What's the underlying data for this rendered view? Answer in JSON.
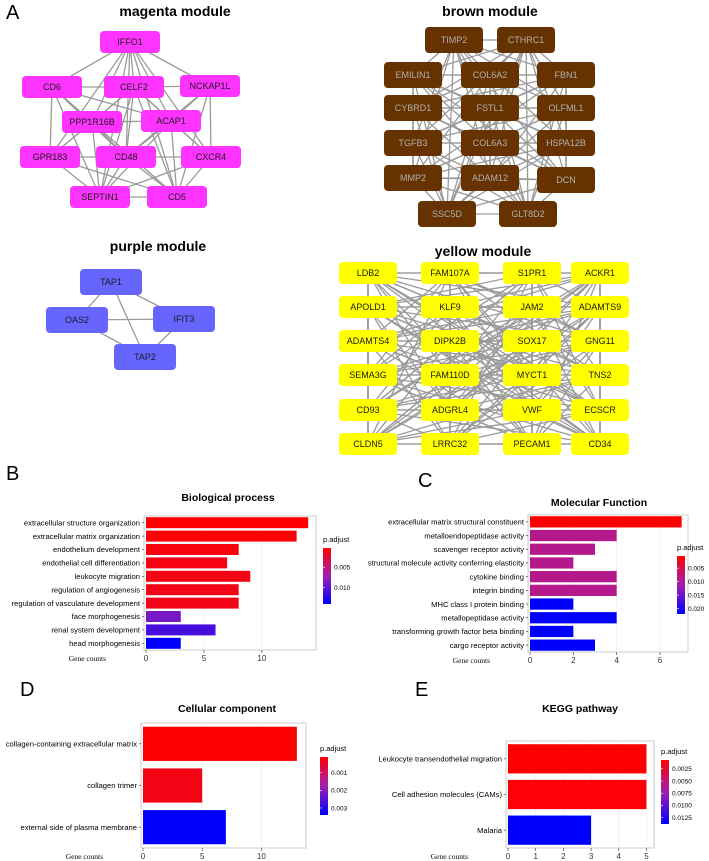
{
  "panels": {
    "A": "A",
    "B": "B",
    "C": "C",
    "D": "D",
    "E": "E"
  },
  "networks": {
    "magenta": {
      "title": "magenta module",
      "color": "#ff33ff",
      "text_color": "#1a1a1a",
      "nodes": [
        "IFFO1",
        "CD6",
        "CELF2",
        "NCKAP1L",
        "PPP1R16B",
        "ACAP1",
        "GPR183",
        "CD48",
        "CXCR4",
        "SEPTIN1",
        "CD5"
      ]
    },
    "brown": {
      "title": "brown module",
      "color": "#663300",
      "text_color": "#b0b0b0",
      "nodes": [
        "TIMP2",
        "CTHRC1",
        "EMILIN1",
        "COL6A2",
        "FBN1",
        "CYBRD1",
        "FSTL1",
        "OLFML1",
        "TGFB3",
        "COL6A3",
        "HSPA12B",
        "MMP2",
        "ADAM12",
        "DCN",
        "SSC5D",
        "GLT8D2"
      ]
    },
    "purple": {
      "title": "purple module",
      "color": "#6666ff",
      "text_color": "#1a1a1a",
      "nodes": [
        "TAP1",
        "IFIT3",
        "OAS2",
        "TAP2"
      ]
    },
    "yellow": {
      "title": "yellow module",
      "color": "#ffff00",
      "text_color": "#1a1a1a",
      "nodes": [
        "LDB2",
        "FAM107A",
        "S1PR1",
        "ACKR1",
        "APOLD1",
        "KLF9",
        "JAM2",
        "ADAMTS9",
        "ADAMTS4",
        "DIPK2B",
        "SOX17",
        "GNG11",
        "SEMA3G",
        "FAM110D",
        "MYCT1",
        "TNS2",
        "CD93",
        "ADGRL4",
        "VWF",
        "ECSCR",
        "CLDN5",
        "LRRC32",
        "PECAM1",
        "CD34"
      ]
    }
  },
  "chart_data": [
    {
      "panel": "B",
      "type": "bar",
      "orientation": "horizontal",
      "title": "Biological process",
      "xlabel": "Gene counts",
      "categories": [
        "extracellular structure organization",
        "extracellular matrix organization",
        "endothelium development",
        "endothelial cell differentiation",
        "leukocyte migration",
        "regulation of angiogenesis",
        "regulation of vasculature development",
        "face morphogenesis",
        "renal system development",
        "head morphogenesis"
      ],
      "values": [
        14,
        13,
        8,
        7,
        9,
        8,
        8,
        3,
        6,
        3
      ],
      "p_adjust": [
        0.0003,
        0.0005,
        0.0008,
        0.001,
        0.001,
        0.0012,
        0.0012,
        0.009,
        0.011,
        0.014
      ],
      "xlim": [
        0,
        14.5
      ],
      "xticks": [
        0,
        5,
        10
      ],
      "legend": {
        "title": "p.adjust",
        "min": 0.0003,
        "max": 0.014,
        "ticks": [
          0.005,
          0.01
        ],
        "tick_labels": [
          "0.005",
          "0.010"
        ],
        "position": "right"
      }
    },
    {
      "panel": "C",
      "type": "bar",
      "orientation": "horizontal",
      "title": "Molecular Function",
      "xlabel": "Gene counts",
      "categories": [
        "extracellular matrix structural constituent",
        "metalloendopeptidase activity",
        "scavenger receptor activity",
        "structural molecule activity conferring elasticity",
        "cytokine binding",
        "integrin binding",
        "MHC class I protein binding",
        "metallopeptidase activity",
        "transforming growth factor beta binding",
        "cargo receptor activity"
      ],
      "values": [
        7,
        4,
        3,
        2,
        4,
        4,
        2,
        4,
        2,
        3
      ],
      "p_adjust": [
        0.0005,
        0.009,
        0.009,
        0.009,
        0.009,
        0.009,
        0.022,
        0.022,
        0.022,
        0.022
      ],
      "xlim": [
        0,
        7.2
      ],
      "xticks": [
        0,
        2,
        4,
        6
      ],
      "legend": {
        "title": "p.adjust",
        "min": 0.0005,
        "max": 0.022,
        "ticks": [
          0.005,
          0.01,
          0.015,
          0.02
        ],
        "tick_labels": [
          "0.005",
          "0.010",
          "0.015",
          "0.020"
        ],
        "position": "right"
      }
    },
    {
      "panel": "D",
      "type": "bar",
      "orientation": "horizontal",
      "title": "Cellular component",
      "xlabel": "Gene counts",
      "categories": [
        "collagen-containing extracellular matrix",
        "collagen trimer",
        "external side of plasma membrane"
      ],
      "values": [
        13,
        5,
        7
      ],
      "p_adjust": [
        0.0001,
        0.0003,
        0.0034
      ],
      "xlim": [
        0,
        13.6
      ],
      "xticks": [
        0,
        5,
        10
      ],
      "legend": {
        "title": "p.adjust",
        "min": 0.0001,
        "max": 0.0034,
        "ticks": [
          0.001,
          0.002,
          0.003
        ],
        "tick_labels": [
          "0.001",
          "0.002",
          "0.003"
        ],
        "position": "right"
      }
    },
    {
      "panel": "E",
      "type": "bar",
      "orientation": "horizontal",
      "title": "KEGG pathway",
      "xlabel": "Gene counts",
      "categories": [
        "Leukocyte transendothelial migration",
        "Cell adhesion molecules (CAMs)",
        "Malaria"
      ],
      "values": [
        5,
        5,
        3
      ],
      "p_adjust": [
        0.0007,
        0.0009,
        0.0138
      ],
      "xlim": [
        0,
        5.2
      ],
      "xticks": [
        0,
        1,
        2,
        3,
        4,
        5
      ],
      "legend": {
        "title": "p.adjust",
        "min": 0.0007,
        "max": 0.0138,
        "ticks": [
          0.0025,
          0.005,
          0.0075,
          0.01,
          0.0125
        ],
        "tick_labels": [
          "0.0025",
          "0.0050",
          "0.0075",
          "0.0100",
          "0.0125"
        ],
        "position": "right"
      }
    }
  ],
  "colors": {
    "high": "#ff0000",
    "low": "#0000ff",
    "edge": "#9a9a9a",
    "plot_border": "#cccccc"
  }
}
